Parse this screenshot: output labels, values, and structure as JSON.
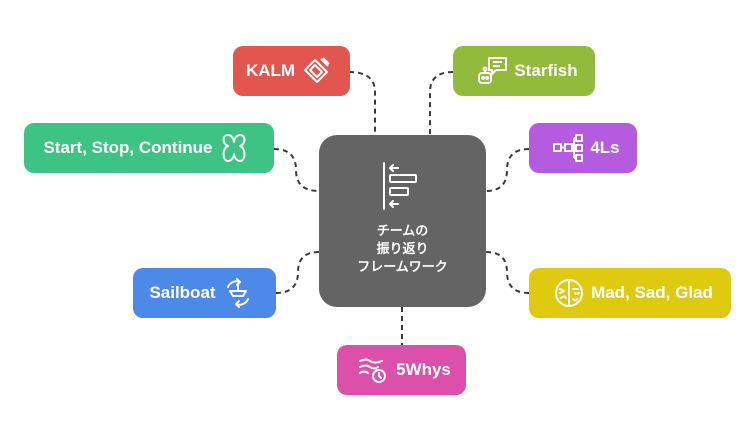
{
  "center": {
    "label": "チームの\n振り返り\nフレームワーク",
    "icon": "align-left-bars-icon",
    "color": "#646464"
  },
  "nodes": [
    {
      "id": "kalm",
      "label": "KALM",
      "icon": "ticket-edit-icon",
      "color": "#E3564F"
    },
    {
      "id": "starfish",
      "label": "Starfish",
      "icon": "robot-chat-icon",
      "color": "#93BB3B"
    },
    {
      "id": "ssc",
      "label": "Start, Stop, Continue",
      "icon": "cross-loop-icon",
      "color": "#3DC484"
    },
    {
      "id": "4ls",
      "label": "4Ls",
      "icon": "network-nodes-icon",
      "color": "#B55BE0"
    },
    {
      "id": "sailboat",
      "label": "Sailboat",
      "icon": "anchor-cycle-icon",
      "color": "#4D89E8"
    },
    {
      "id": "msg",
      "label": "Mad, Sad, Glad",
      "icon": "mood-face-icon",
      "color": "#E0CA10"
    },
    {
      "id": "5whys",
      "label": "5Whys",
      "icon": "wind-clock-icon",
      "color": "#DC50AB"
    }
  ]
}
